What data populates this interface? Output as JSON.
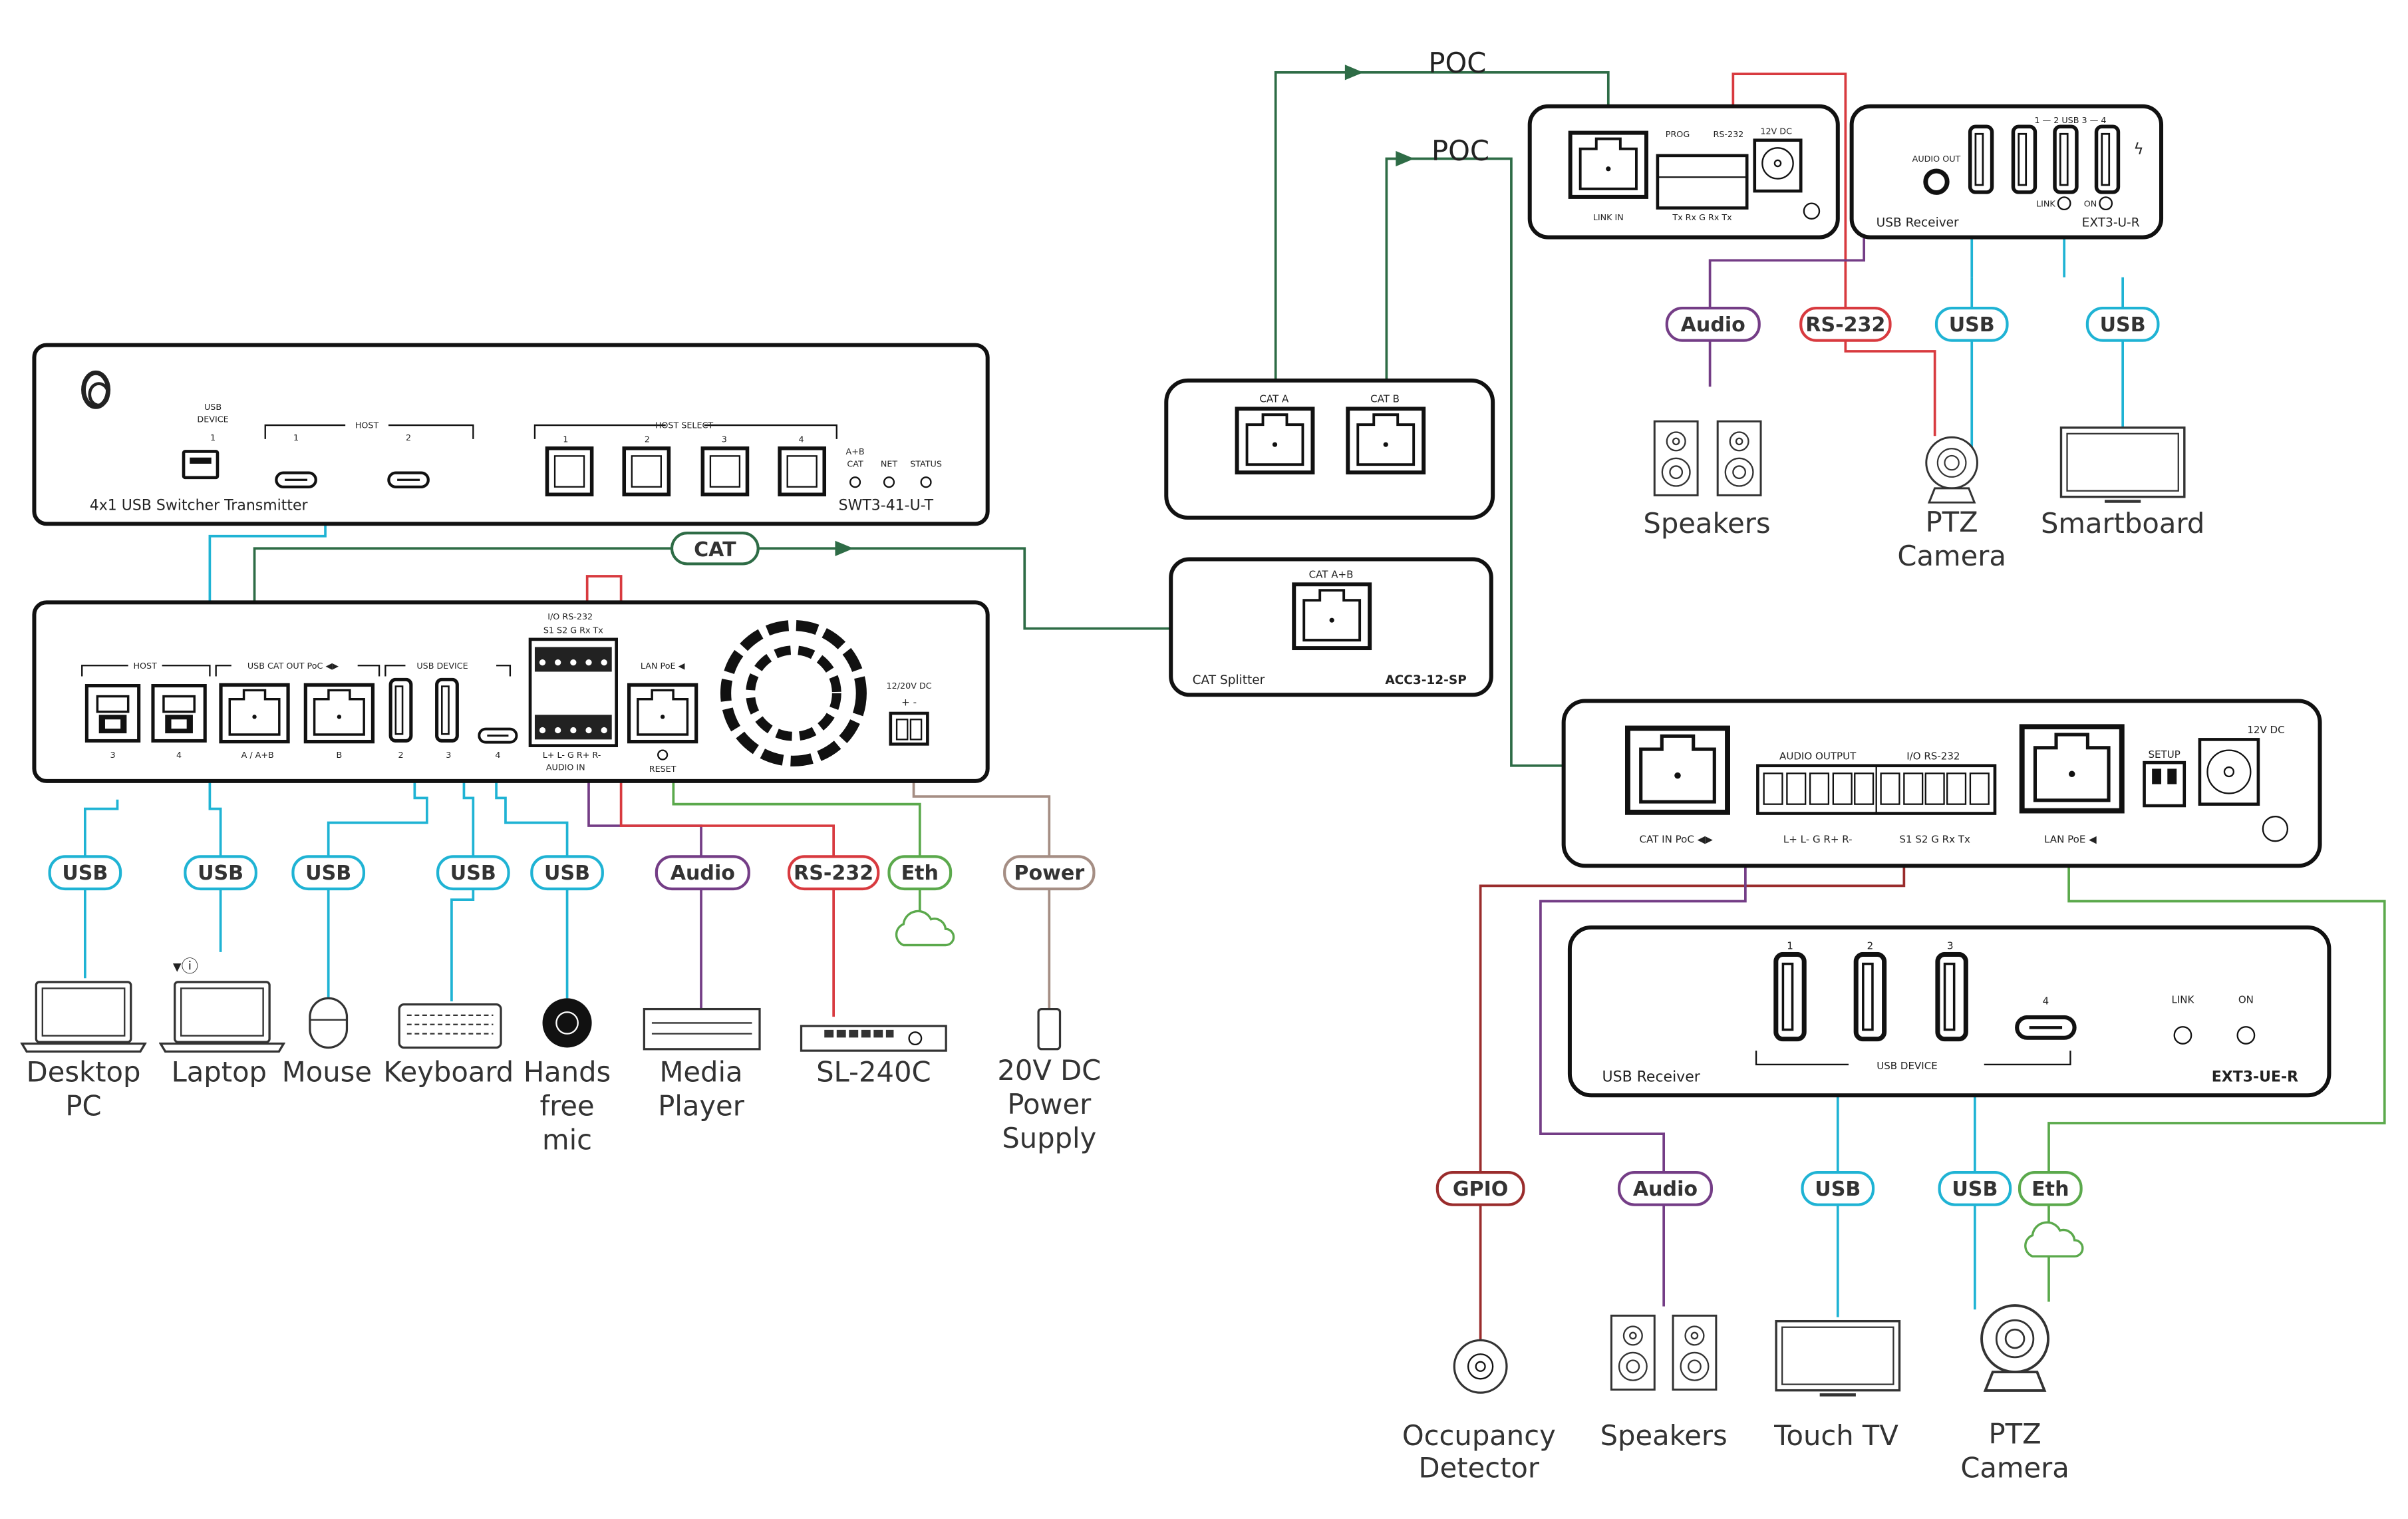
{
  "colors": {
    "usb": "#1fb3d4",
    "cat": "#2e6c46",
    "eth": "#5ba94c",
    "rs232": "#d83a3f",
    "audio": "#743d86",
    "gpio": "#9a2c2c",
    "power": "#a58e84"
  },
  "transmitter_front": {
    "usb_device_label": [
      "USB",
      "DEVICE"
    ],
    "usb_device_port": "1",
    "host_label": "HOST",
    "host_ports": [
      "1",
      "2"
    ],
    "host_select_label": "HOST SELECT",
    "host_select_buttons": [
      "1",
      "2",
      "3",
      "4"
    ],
    "led_labels": {
      "ab": "A+B",
      "cat": "CAT",
      "net": "NET",
      "status": "STATUS"
    },
    "name": "4x1 USB Switcher Transmitter",
    "model": "SWT3-41-U-T"
  },
  "transmitter_rear": {
    "host_label": "HOST",
    "host_ports": [
      "3",
      "4"
    ],
    "cat_out_label": "USB CAT OUT PoC ◀▶",
    "cat_ports": [
      "A / A+B",
      "B"
    ],
    "usb_device_label": "USB DEVICE",
    "usb_device_ports": [
      "2",
      "3",
      "4"
    ],
    "io_label": "I/O   RS-232",
    "io_pins": "S1  S2  G  Rx  Tx",
    "audio_pins": "L+  L-  G  R+  R-",
    "audio_label": "AUDIO IN",
    "lan_label": "LAN PoE ◀",
    "reset_label": "RESET",
    "dc_label": "12/20V DC",
    "dc_pins": "+  -"
  },
  "splitter": {
    "cat_a": "CAT A",
    "cat_b": "CAT B",
    "cat_ab": "CAT A+B",
    "name": "CAT Splitter",
    "model": "ACC3-12-SP"
  },
  "poc_labels": [
    "POC",
    "POC"
  ],
  "receiver_u": {
    "link_in": "LINK IN",
    "prog": "PROG",
    "rs232": "RS-232",
    "dc": "12V DC",
    "pins": "Tx Rx G Rx Tx",
    "audio_out": "AUDIO OUT",
    "usb_label": "1 — 2 USB 3 — 4",
    "link": "LINK",
    "on": "ON",
    "name": "USB Receiver",
    "model": "EXT3-U-R"
  },
  "receiver_ue_rear": {
    "cat_in": "CAT IN PoC ◀▶",
    "audio_output": "AUDIO OUTPUT",
    "io_rs": "I/O   RS-232",
    "audio_pins": "L+  L-  G  R+  R-",
    "io_pins": "S1  S2  G  Rx  Tx",
    "lan": "LAN PoE ◀",
    "setup": "SETUP",
    "dc": "12V DC"
  },
  "receiver_ue_front": {
    "ports": [
      "1",
      "2",
      "3",
      "4"
    ],
    "usb_device": "USB DEVICE",
    "link": "LINK",
    "on": "ON",
    "name": "USB Receiver",
    "model": "EXT3-UE-R"
  },
  "cable_tags": {
    "cat": "CAT",
    "left": [
      "USB",
      "USB",
      "USB",
      "USB",
      "USB",
      "Audio",
      "RS-232",
      "Eth",
      "Power"
    ],
    "top_right": [
      "Audio",
      "RS-232",
      "USB",
      "USB"
    ],
    "bottom_right": [
      "GPIO",
      "Audio",
      "USB",
      "USB",
      "Eth"
    ]
  },
  "endpoints": {
    "left": [
      {
        "name": "desktop-pc",
        "lines": [
          "Desktop",
          "PC"
        ]
      },
      {
        "name": "laptop",
        "lines": [
          "Laptop"
        ]
      },
      {
        "name": "mouse",
        "lines": [
          "Mouse"
        ]
      },
      {
        "name": "keyboard",
        "lines": [
          "Keyboard"
        ]
      },
      {
        "name": "hands-free-mic",
        "lines": [
          "Hands",
          "free",
          "mic"
        ]
      },
      {
        "name": "media-player",
        "lines": [
          "Media",
          "Player"
        ]
      },
      {
        "name": "sl-240c",
        "lines": [
          "SL-240C"
        ]
      },
      {
        "name": "power-supply",
        "lines": [
          "20V DC",
          "Power",
          "Supply"
        ]
      }
    ],
    "top_right": [
      {
        "name": "speakers",
        "lines": [
          "Speakers"
        ]
      },
      {
        "name": "ptz-camera",
        "lines": [
          "PTZ",
          "Camera"
        ]
      },
      {
        "name": "smartboard",
        "lines": [
          "Smartboard"
        ]
      }
    ],
    "bottom_right": [
      {
        "name": "occupancy-detector",
        "lines": [
          "Occupancy",
          "Detector"
        ]
      },
      {
        "name": "speakers",
        "lines": [
          "Speakers"
        ]
      },
      {
        "name": "touch-tv",
        "lines": [
          "Touch TV"
        ]
      },
      {
        "name": "ptz-camera",
        "lines": [
          "PTZ",
          "Camera"
        ]
      }
    ]
  }
}
